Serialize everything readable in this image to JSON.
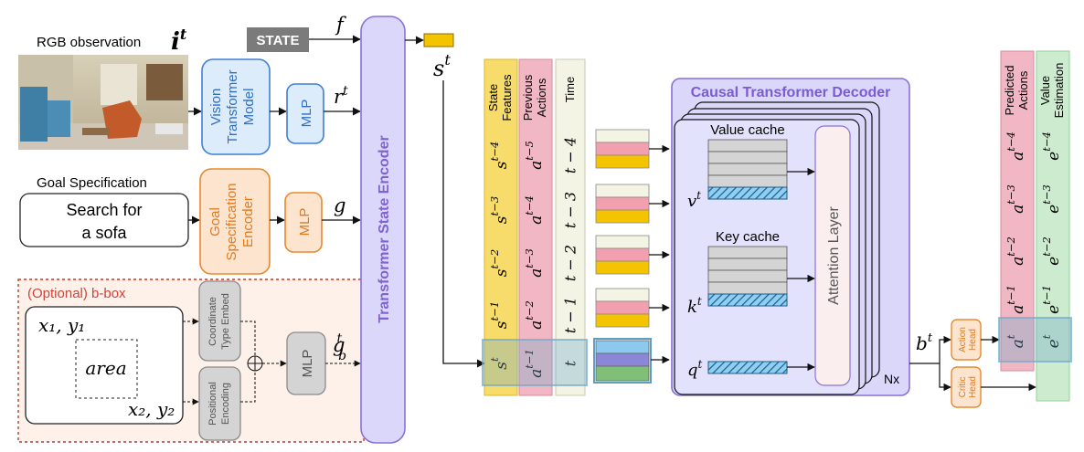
{
  "rgb_observation": {
    "label": "RGB observation",
    "symbol": "i",
    "sup": "t"
  },
  "state_box": {
    "label": "STATE",
    "output": "f"
  },
  "vit": {
    "label_lines": [
      "Vision",
      "Transformer",
      "Model"
    ]
  },
  "mlp_label": "MLP",
  "r_t": {
    "symbol": "r",
    "sup": "t"
  },
  "goal": {
    "title": "Goal Specification",
    "text_lines": [
      "Search for",
      "a sofa"
    ]
  },
  "goal_encoder": {
    "label_lines": [
      "Goal",
      "Specification",
      "Encoder"
    ]
  },
  "g_out": "g",
  "bbox": {
    "title": "(Optional) b-box",
    "corner_tl": "x₁, y₁",
    "corner_br": "x₂, y₂",
    "area": "area",
    "coord_embed_lines": [
      "Coordinate",
      "Type Embed"
    ],
    "pos_enc_lines": [
      "Positional",
      "Encoding"
    ],
    "output": {
      "symbol": "g",
      "sub": "b",
      "sup": "t"
    }
  },
  "encoder_label": "Transformer State Encoder",
  "s_t": {
    "symbol": "s",
    "sup": "t"
  },
  "columns": {
    "state_features": {
      "header_lines": [
        "State",
        "Features"
      ],
      "items": [
        "s^{t−4}",
        "s^{t−3}",
        "s^{t−2}",
        "s^{t−1}",
        "s^{t}"
      ]
    },
    "previous_actions": {
      "header_lines": [
        "Previous",
        "Actions"
      ],
      "items": [
        "a^{t−5}",
        "a^{t−4}",
        "a^{t−3}",
        "a^{t−2}",
        "a^{t−1}"
      ]
    },
    "time": {
      "header": "Time",
      "items": [
        "t − 4",
        "t − 3",
        "t − 2",
        "t − 1",
        "t"
      ]
    }
  },
  "decoder": {
    "title": "Causal Transformer Decoder",
    "value_cache": "Value cache",
    "key_cache": "Key cache",
    "attention": "Attention Layer",
    "nx": "Nx",
    "v": {
      "symbol": "v",
      "sup": "t"
    },
    "k": {
      "symbol": "k",
      "sup": "t"
    },
    "q": {
      "symbol": "q",
      "sup": "t"
    }
  },
  "b_t": {
    "symbol": "b",
    "sup": "t"
  },
  "action_head": [
    "Action",
    "Head"
  ],
  "critic_head": [
    "Critic",
    "Head"
  ],
  "outputs": {
    "predicted_actions": {
      "header_lines": [
        "Predicted",
        "Actions"
      ],
      "items": [
        "a^{t−4}",
        "a^{t−3}",
        "a^{t−2}",
        "a^{t−1}",
        "a^{t}"
      ]
    },
    "value_estimation": {
      "header_lines": [
        "Value",
        "Estimation"
      ],
      "items": [
        "e^{t−4}",
        "e^{t−3}",
        "e^{t−2}",
        "e^{t−1}",
        "e^{t}"
      ]
    }
  },
  "colors": {
    "blue_fill": "#dcecfb",
    "blue_stroke": "#3f7fd6",
    "orange_fill": "#fde4cf",
    "orange_stroke": "#e8892e",
    "purple_fill": "#dad7fb",
    "purple_stroke": "#8a70d6",
    "yellow_col": "#f7dc6b",
    "pink_col": "#f2b7c4",
    "ivory_col": "#f3f4e4",
    "green_col": "#cdeccf",
    "gray_box": "#d4d4d4",
    "bbox_fill": "#fdf1ea",
    "bbox_stroke": "#c0392b"
  }
}
